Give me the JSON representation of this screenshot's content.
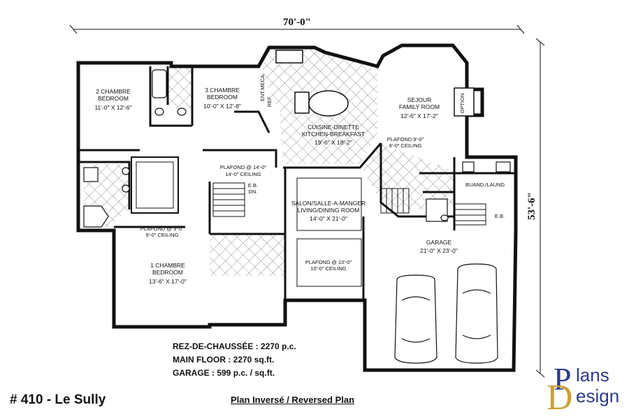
{
  "dimensions": {
    "width": "70'-0\"",
    "depth": "53'-6\""
  },
  "rooms": {
    "bedroom2": {
      "name_fr": "2 CHAMBRE",
      "name_en": "BEDROOM",
      "size": "11'-0\" X 12'-6\""
    },
    "bedroom3": {
      "name_fr": "3 CHAMBRE",
      "name_en": "BEDROOM",
      "size": "10'-0\" X 12'-8\""
    },
    "bedroom1": {
      "name_fr": "1 CHAMBRE",
      "name_en": "BEDROOM",
      "size": "13'-6\" X 17'-0\""
    },
    "kitchen": {
      "name_fr": "CUISINE-DINETTE",
      "name_en": "KITCHEN-BREAKFAST",
      "size": "19'-6\" X 18'-2\""
    },
    "family": {
      "name_fr": "SEJOUR",
      "name_en": "FAMILY ROOM",
      "size": "12'-6\" X 17'-2\""
    },
    "living": {
      "name_fr": "SALON/SALLE-A-MANGER",
      "name_en": "LIVING/DINING ROOM",
      "size": "14'-0\" X 21'-0\""
    },
    "garage": {
      "name_fr": "GARAGE",
      "size": "21'-0\" X 23'-0\""
    },
    "laundry": {
      "name": "BUAND./LAUND."
    }
  },
  "ceilings": {
    "hall": {
      "fr": "PLAFOND @ 14'-0\"",
      "en": "14'-0\" CEILING"
    },
    "bedroom1": {
      "fr": "PLAFOND @ 9'-0\"",
      "en": "9'-0\" CEILING"
    },
    "family": {
      "fr": "PLAFOND 9'-0\"",
      "en": "9'-0\" CEILING"
    },
    "living": {
      "fr": "PLAFOND @ 10'-0\"",
      "en": "10'-0\" CEILING"
    }
  },
  "tags": {
    "option": "OPTION",
    "eb_dn_1": "E.B.",
    "eb_dn_2": "DN.",
    "eb": "E.B.",
    "ent_meca": "ENT.MECA.",
    "ref": "REF."
  },
  "areas": {
    "rez": "REZ-DE-CHAUSSÉE : 2270 p.c.",
    "main": "MAIN FLOOR : 2270 sq.ft.",
    "garage": "GARAGE : 599 p.c. / sq.ft."
  },
  "title": "# 410 - Le Sully",
  "subtitle": "Plan Inversé / Reversed Plan",
  "logo": {
    "word1": "lans",
    "word2": "esign",
    "letter1": "P",
    "letter2": "D"
  }
}
